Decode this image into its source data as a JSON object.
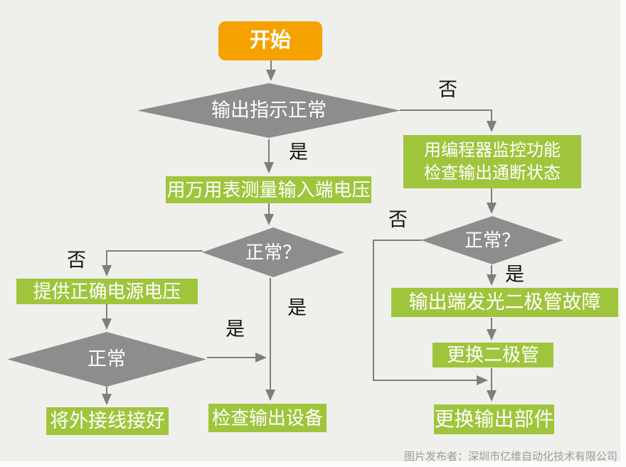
{
  "flowchart": {
    "nodes": {
      "start": {
        "type": "terminal",
        "label": "开始"
      },
      "d1": {
        "type": "decision",
        "label": "输出指示正常"
      },
      "p_right1": {
        "type": "process",
        "label": "用编程器监控功能\n检查输出通断状态"
      },
      "p_mid1": {
        "type": "process",
        "label": "用万用表测量输入端电压"
      },
      "d2": {
        "type": "decision",
        "label": "正常？"
      },
      "p_left1": {
        "type": "process",
        "label": "提供正确电源电压"
      },
      "d3": {
        "type": "decision",
        "label": "正常"
      },
      "p_left2": {
        "type": "process",
        "label": "将外接线接好"
      },
      "p_mid2": {
        "type": "process",
        "label": "检查输出设备"
      },
      "d4": {
        "type": "decision",
        "label": "正常？"
      },
      "p_right2": {
        "type": "process",
        "label": "输出端发光二极管故障"
      },
      "p_right3": {
        "type": "process",
        "label": "更换二极管"
      },
      "p_right4": {
        "type": "process",
        "label": "更换输出部件"
      }
    },
    "edge_labels": {
      "d1_no": "否",
      "d1_yes": "是",
      "d2_no": "否",
      "d2_yes": "是",
      "d3_yes": "是",
      "d4_no": "否",
      "d4_yes": "是"
    },
    "caption": "图片发布者：深圳市亿维自动化技术有限公司",
    "colors": {
      "background": "#EFEFEC",
      "start_fill": "#F5A200",
      "process_fill": "#9FC53D",
      "decision_fill": "#8D8D8D",
      "connector": "#7E7E7E",
      "node_text": "#FFFFFF",
      "label_text": "#151515",
      "caption_text": "#9B9B9B"
    }
  }
}
